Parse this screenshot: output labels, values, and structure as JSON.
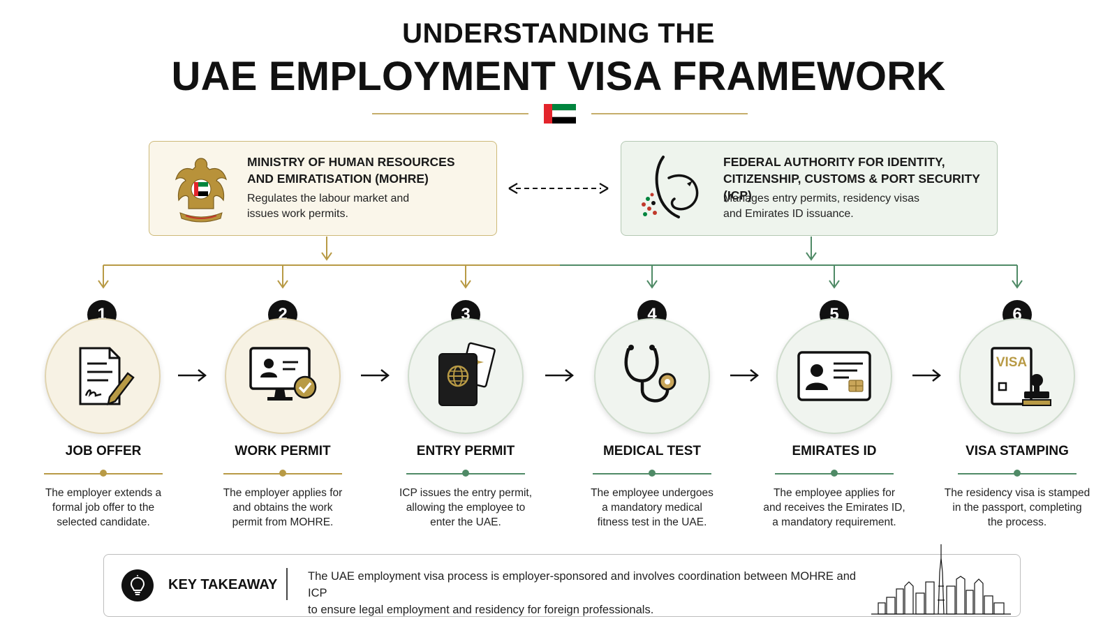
{
  "header": {
    "title_line1": "UNDERSTANDING THE",
    "title_line2": "UAE EMPLOYMENT VISA FRAMEWORK"
  },
  "colors": {
    "gold": "#b89a45",
    "green": "#4f8a66",
    "flag_green": "#00843d",
    "flag_red": "#e3242b",
    "flag_black": "#000000"
  },
  "authorities": {
    "mohre": {
      "title_line1": "MINISTRY OF HUMAN RESOURCES",
      "title_line2": "AND EMIRATISATION (MOHRE)",
      "desc_line1": "Regulates the labour market and",
      "desc_line2": "issues work permits.",
      "icon": "uae-falcon-emblem-icon"
    },
    "icp": {
      "title_line1": "FEDERAL AUTHORITY FOR IDENTITY,",
      "title_line2": "CITIZENSHIP, CUSTOMS & PORT SECURITY (ICP)",
      "desc_line1": "Manages entry permits, residency visas",
      "desc_line2": "and Emirates ID issuance.",
      "icon": "icp-falcon-logo-icon"
    }
  },
  "steps": [
    {
      "number": "1",
      "title": "JOB OFFER",
      "theme": "gold",
      "icon": "signed-contract-icon",
      "desc": [
        "The employer extends a",
        "formal job offer to the",
        "selected candidate."
      ]
    },
    {
      "number": "2",
      "title": "WORK PERMIT",
      "theme": "gold",
      "icon": "approved-monitor-icon",
      "desc": [
        "The employer applies for",
        "and obtains the work",
        "permit from MOHRE."
      ]
    },
    {
      "number": "3",
      "title": "ENTRY PERMIT",
      "theme": "green",
      "icon": "passport-icon",
      "desc": [
        "ICP issues the entry permit,",
        "allowing the employee to",
        "enter the UAE."
      ]
    },
    {
      "number": "4",
      "title": "MEDICAL TEST",
      "theme": "green",
      "icon": "stethoscope-icon",
      "desc": [
        "The employee undergoes",
        "a mandatory medical",
        "fitness test in the UAE."
      ]
    },
    {
      "number": "5",
      "title": "EMIRATES ID",
      "theme": "green",
      "icon": "id-card-icon",
      "desc": [
        "The employee applies for",
        "and receives the Emirates ID,",
        "a mandatory requirement."
      ]
    },
    {
      "number": "6",
      "title": "VISA STAMPING",
      "theme": "green",
      "icon": "visa-stamp-icon",
      "visa_label": "VISA",
      "desc": [
        "The residency visa is stamped",
        "in the passport, completing",
        "the process."
      ]
    }
  ],
  "takeaway": {
    "label": "KEY TAKEAWAY",
    "text_line1": "The UAE employment visa process is employer-sponsored and involves coordination between MOHRE and ICP",
    "text_line2": "to ensure legal employment and residency for foreign professionals.",
    "icon": "lightbulb-icon",
    "decoration": "dubai-skyline-icon"
  }
}
